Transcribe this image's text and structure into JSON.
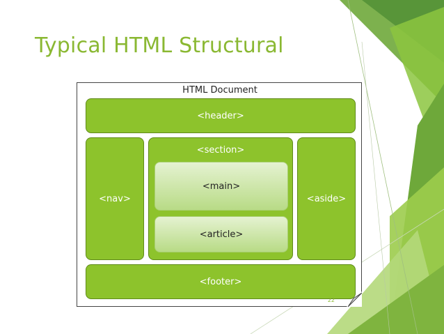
{
  "slide": {
    "title": "Typical HTML Structural",
    "page_number": "22"
  },
  "diagram": {
    "document_label": "HTML Document",
    "header": "<header>",
    "nav": "<nav>",
    "section": "<section>",
    "main": "<main>",
    "article": "<article>",
    "aside": "<aside>",
    "footer": "<footer>"
  },
  "colors": {
    "title": "#8ab832",
    "block_fill": "#8dc32c",
    "inner_fill": "#cfe6a8"
  }
}
